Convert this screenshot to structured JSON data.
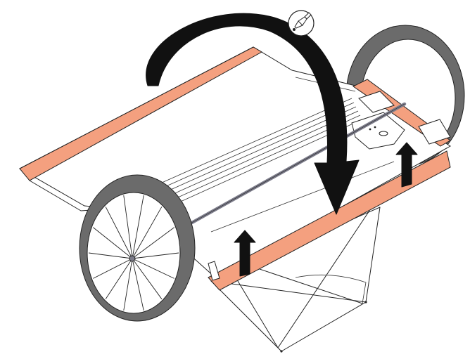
{
  "diagram": {
    "kind": "assembly-illustration",
    "steps": [
      "rotate-drum",
      "lift-frame-edge"
    ],
    "icons": {
      "rotate": "curved-rotation-arrow-icon",
      "lift": "up-arrow-icon",
      "hint": "glue-bottle-icon"
    },
    "colors": {
      "background": "#ffffff",
      "outline": "#222222",
      "accent": "#f4a07f",
      "wheel_rim": "#6b6b6b",
      "axle": "#7c7c8a",
      "arrow": "#111111"
    },
    "wheel_spoke_count": 14
  }
}
